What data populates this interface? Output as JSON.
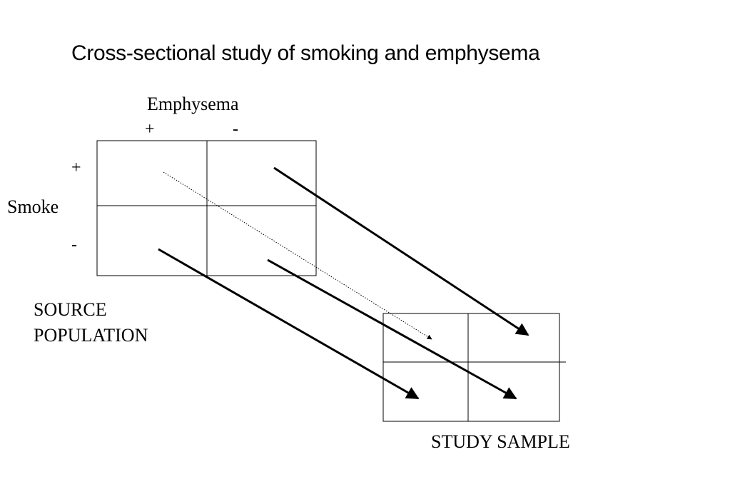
{
  "title": "Cross-sectional study of smoking and emphysema",
  "source_table": {
    "column_header": "Emphysema",
    "column_plus": "+",
    "column_minus": "-",
    "row_header": "Smoke",
    "row_plus": "+",
    "row_minus": "-",
    "caption_line1": "SOURCE",
    "caption_line2": "POPULATION"
  },
  "study_sample": {
    "caption": "STUDY SAMPLE"
  },
  "arrows": [
    {
      "from": "source-cell-plus-plus",
      "to": "sample-cell-plus-plus",
      "style": "dotted"
    },
    {
      "from": "source-cell-plus-minus",
      "to": "sample-cell-plus-minus",
      "style": "solid"
    },
    {
      "from": "source-cell-minus-plus",
      "to": "sample-cell-minus-plus",
      "style": "solid"
    },
    {
      "from": "source-cell-minus-minus",
      "to": "sample-cell-minus-minus",
      "style": "solid"
    }
  ]
}
